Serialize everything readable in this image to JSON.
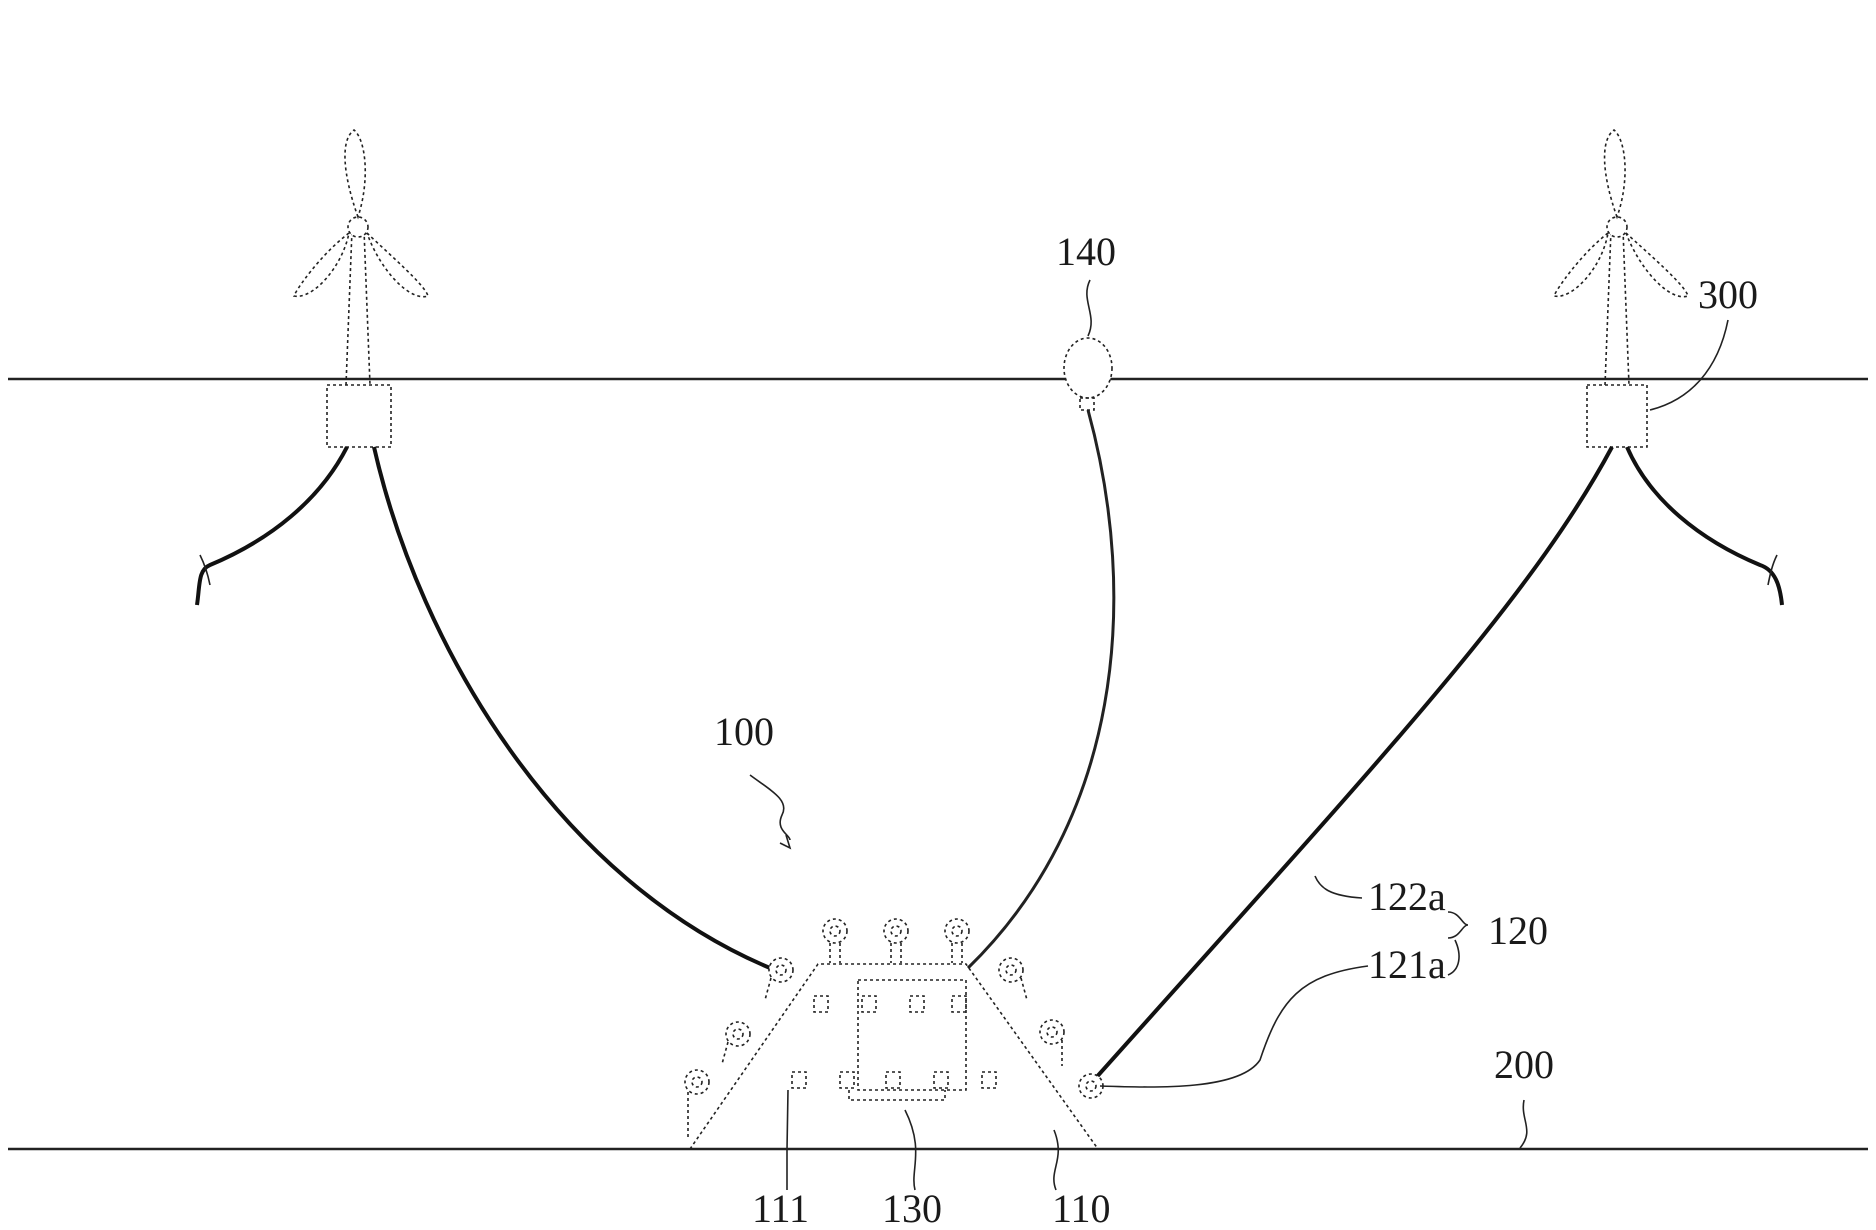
{
  "figure": {
    "labels": {
      "l140": "140",
      "l300": "300",
      "l100": "100",
      "l122a": "122a",
      "l121a": "121a",
      "l120": "120",
      "l200": "200",
      "l111": "111",
      "l130": "130",
      "l110": "110"
    }
  }
}
